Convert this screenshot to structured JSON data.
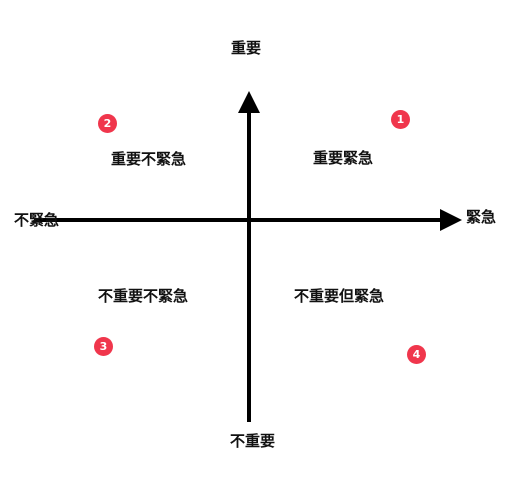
{
  "colors": {
    "axis": "#000000",
    "text": "#111111",
    "badge_bg": "#f0364c",
    "badge_text": "#ffffff",
    "background": "#ffffff"
  },
  "axes": {
    "top": "重要",
    "bottom": "不重要",
    "left": "不緊急",
    "right": "緊急"
  },
  "quadrants": [
    {
      "number": "1",
      "label": "重要緊急"
    },
    {
      "number": "2",
      "label": "重要不緊急"
    },
    {
      "number": "3",
      "label": "不重要不緊急"
    },
    {
      "number": "4",
      "label": "不重要但緊急"
    }
  ]
}
